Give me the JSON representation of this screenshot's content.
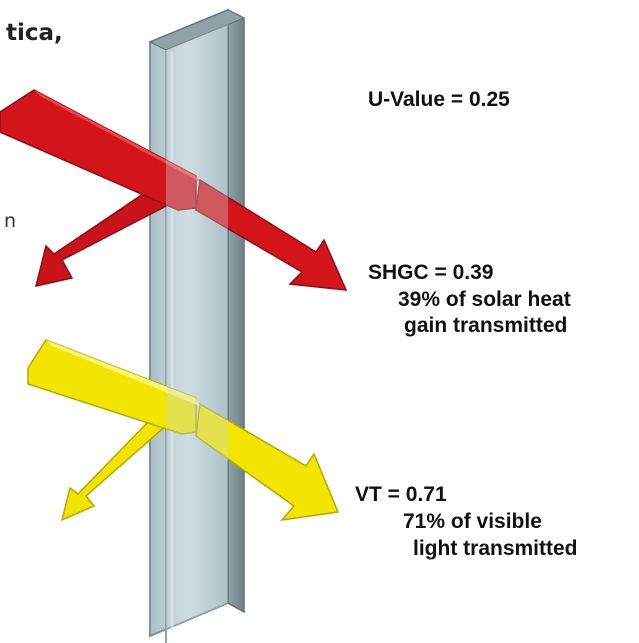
{
  "text_fragments": {
    "top": "tica,",
    "mid": "n"
  },
  "labels": {
    "u_value": "U-Value = 0.25",
    "shgc": "SHGC = 0.39",
    "shgc_desc_line1": "39% of solar heat",
    "shgc_desc_line2": "gain transmitted",
    "vt": "VT = 0.71",
    "vt_desc_line1": "71% of visible",
    "vt_desc_line2": "light transmitted"
  },
  "colors": {
    "solar_arrow": "#d4141b",
    "solar_arrow_dark": "#8e0d12",
    "visible_arrow": "#f2e600",
    "visible_arrow_dark": "#b5a800",
    "glass": "#b9cdd3",
    "glass_edge": "#6f8489"
  }
}
